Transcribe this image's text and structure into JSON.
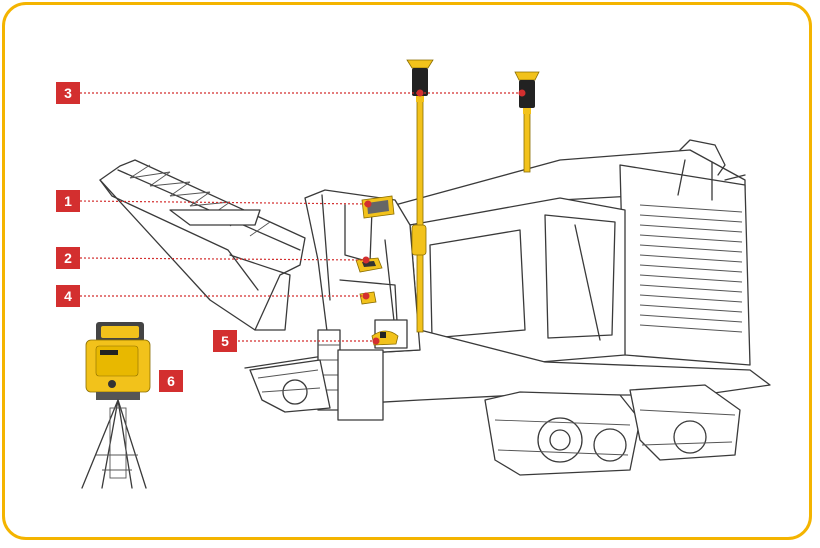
{
  "callouts": [
    {
      "number": "1",
      "accent": "#d32f2f"
    },
    {
      "number": "2",
      "accent": "#d32f2f"
    },
    {
      "number": "3",
      "accent": "#d32f2f"
    },
    {
      "number": "4",
      "accent": "#d32f2f"
    },
    {
      "number": "5",
      "accent": "#d32f2f"
    },
    {
      "number": "6",
      "accent": "#d32f2f"
    }
  ],
  "colors": {
    "frame": "#f4b400",
    "callout": "#d32f2f",
    "device": "#f2c21b",
    "outline": "#3a3a3a"
  },
  "icons": {
    "machine": "cold-milling-machine-illustration",
    "laser": "rotating-laser-on-tripod-illustration",
    "sensor": "gps-antenna-mast-icon"
  }
}
